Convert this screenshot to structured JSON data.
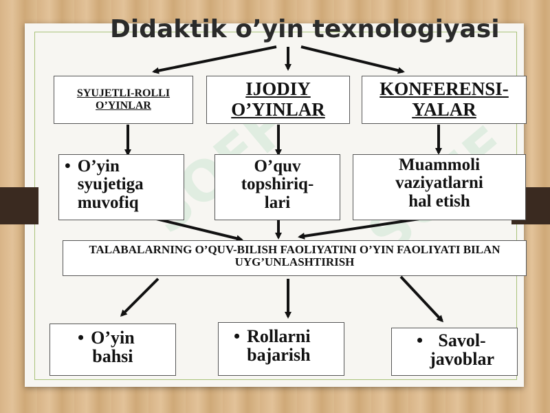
{
  "title": "Didaktik o’yin texnologiyasi",
  "categories": [
    {
      "label": "SYUJETLI-ROLLI O’YINLAR"
    },
    {
      "label": "IJODIY O’YINLAR"
    },
    {
      "label": "KONFERENSI-YALAR"
    }
  ],
  "methods": [
    {
      "line1": "O’yin",
      "line2": "syujetiga",
      "line3": "muvofiq"
    },
    {
      "line1": "O’quv",
      "line2": "topshiriq-",
      "line3": "lari"
    },
    {
      "line1": "Muammoli",
      "line2": "vaziyatlarni",
      "line3": "hal etish"
    }
  ],
  "central": "TALABALARNING O’QUV-BILISH FAOLIYATINI O’YIN FAOLIYATI BILAN UYG’UNLASHTIRISH",
  "outcomes": [
    {
      "line1": "O’yin",
      "line2": "bahsi"
    },
    {
      "line1": "Rollarni",
      "line2": "bajarish"
    },
    {
      "line1": "Savol-",
      "line2": "javoblar"
    }
  ],
  "watermark": "SOFF",
  "bullet": "•",
  "colors": {
    "arrow": "#111111",
    "frame": "#a9c27a",
    "background": "#d9b98c"
  }
}
